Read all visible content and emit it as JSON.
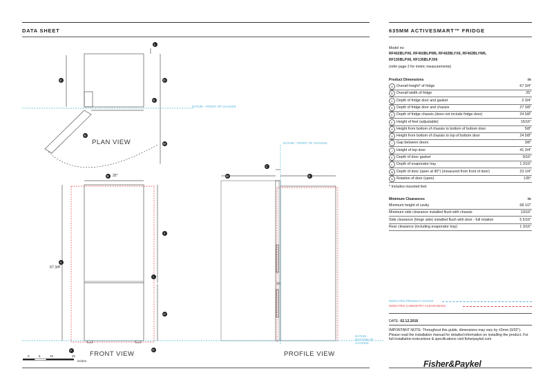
{
  "header": {
    "left_title": "DATA SHEET",
    "right_title": "635MM ACTIVESMART™ FRIDGE"
  },
  "models": {
    "label": "Model no:",
    "line1": "RF402BLPX6, RF402BLPW6, RF402BLYX6, RF402BLYW6,",
    "line2": "RF135BLPX6,  RF135BLPJX6",
    "note": "(refer page 2 for metric measurements)"
  },
  "product_dimensions": {
    "heading": "Product Dimensions",
    "unit": "in",
    "rows": [
      {
        "key": "A",
        "label": "Overall height* of fridge",
        "value": "67 3/4\""
      },
      {
        "key": "B",
        "label": "Overall width of fridge",
        "value": "25\""
      },
      {
        "key": "C",
        "label": "Depth of fridge door and gasket",
        "value": "2 3/4\""
      },
      {
        "key": "D",
        "label": "Depth of fridge door and chassis",
        "value": "27 3/8\""
      },
      {
        "key": "E",
        "label": "Depth of fridge chassis (does not include fridge door)",
        "value": "24 5/8\""
      },
      {
        "key": "F",
        "label": "Height of feet (adjustable)",
        "value": "15/16\""
      },
      {
        "key": "G",
        "label": "Height from bottom of chassis to bottom of bottom door",
        "value": "5/8\""
      },
      {
        "key": "H",
        "label": "Height from bottom of chassis to top of bottom door",
        "value": "24 5/8\""
      },
      {
        "key": "I",
        "label": "Gap between doors",
        "value": "3/8\""
      },
      {
        "key": "J",
        "label": "Height of top door",
        "value": "41 3/4\""
      },
      {
        "key": "K",
        "label": "Depth of door gasket",
        "value": "9/16\""
      },
      {
        "key": "L",
        "label": "Depth of evaporator tray",
        "value": "1 3/16\""
      },
      {
        "key": "M",
        "label": "Depth of door (open at 90°) (measured from front of door)",
        "value": "23 1/4\""
      },
      {
        "key": "N",
        "label": "Rotation of door (open)",
        "value": "135°"
      }
    ],
    "footnote": "* Includes mounted feet"
  },
  "minimum_clearances": {
    "heading": "Minimum Clearances",
    "unit": "in",
    "rows": [
      {
        "label": "Minimum height of cavity",
        "value": "68 1/2\""
      },
      {
        "label": "Minimum side clearance installed flush with chassis",
        "value": "13/16\""
      },
      {
        "label": "Side clearance (hinge side) installed flush with door - full rotation",
        "value": "5 5/16\""
      },
      {
        "label": "Rear clearance (including evaporator tray)",
        "value": "1 3/16\""
      }
    ]
  },
  "legend": {
    "product_datum": "INDICATES PRODUCT DATUM",
    "cabinetry": "INDICATES CABINETRY CLEARANCES",
    "product_color": "#4fb3d9",
    "cabinetry_color": "#e0454a"
  },
  "footer": {
    "date_label": "DATE:",
    "date_value": "02.12.2016",
    "note": "IMPORTANT NOTE: Throughout this guide, dimensions may vary by ±2mm (3/32\"). Please read the installation manual for detailed information on installing the product. For full installation instructions & specifications visit fisherpaykel.com",
    "brand": "Fisher&Paykel"
  },
  "drawings": {
    "plan_caption": "PLAN VIEW",
    "front_caption": "FRONT VIEW",
    "profile_caption": "PROFILE VIEW",
    "datum_front_of_chassis": "DATUM - FRONT OF CHASSIS",
    "datum_bottom_of_chassis": "DATUM -\nBOTTOM OF CHASSIS",
    "width_label": "25\"",
    "height_label": "67 3/4\"",
    "scale_ticks": [
      "0",
      "5",
      "10",
      "20"
    ],
    "scale_unit": "inches",
    "callouts": {
      "A": "A",
      "B": "B",
      "C": "C",
      "D": "D",
      "E": "E",
      "F": "F",
      "G": "G",
      "H": "H",
      "I": "I",
      "J": "J",
      "K": "K",
      "L": "L",
      "M": "M",
      "N": "N"
    }
  }
}
